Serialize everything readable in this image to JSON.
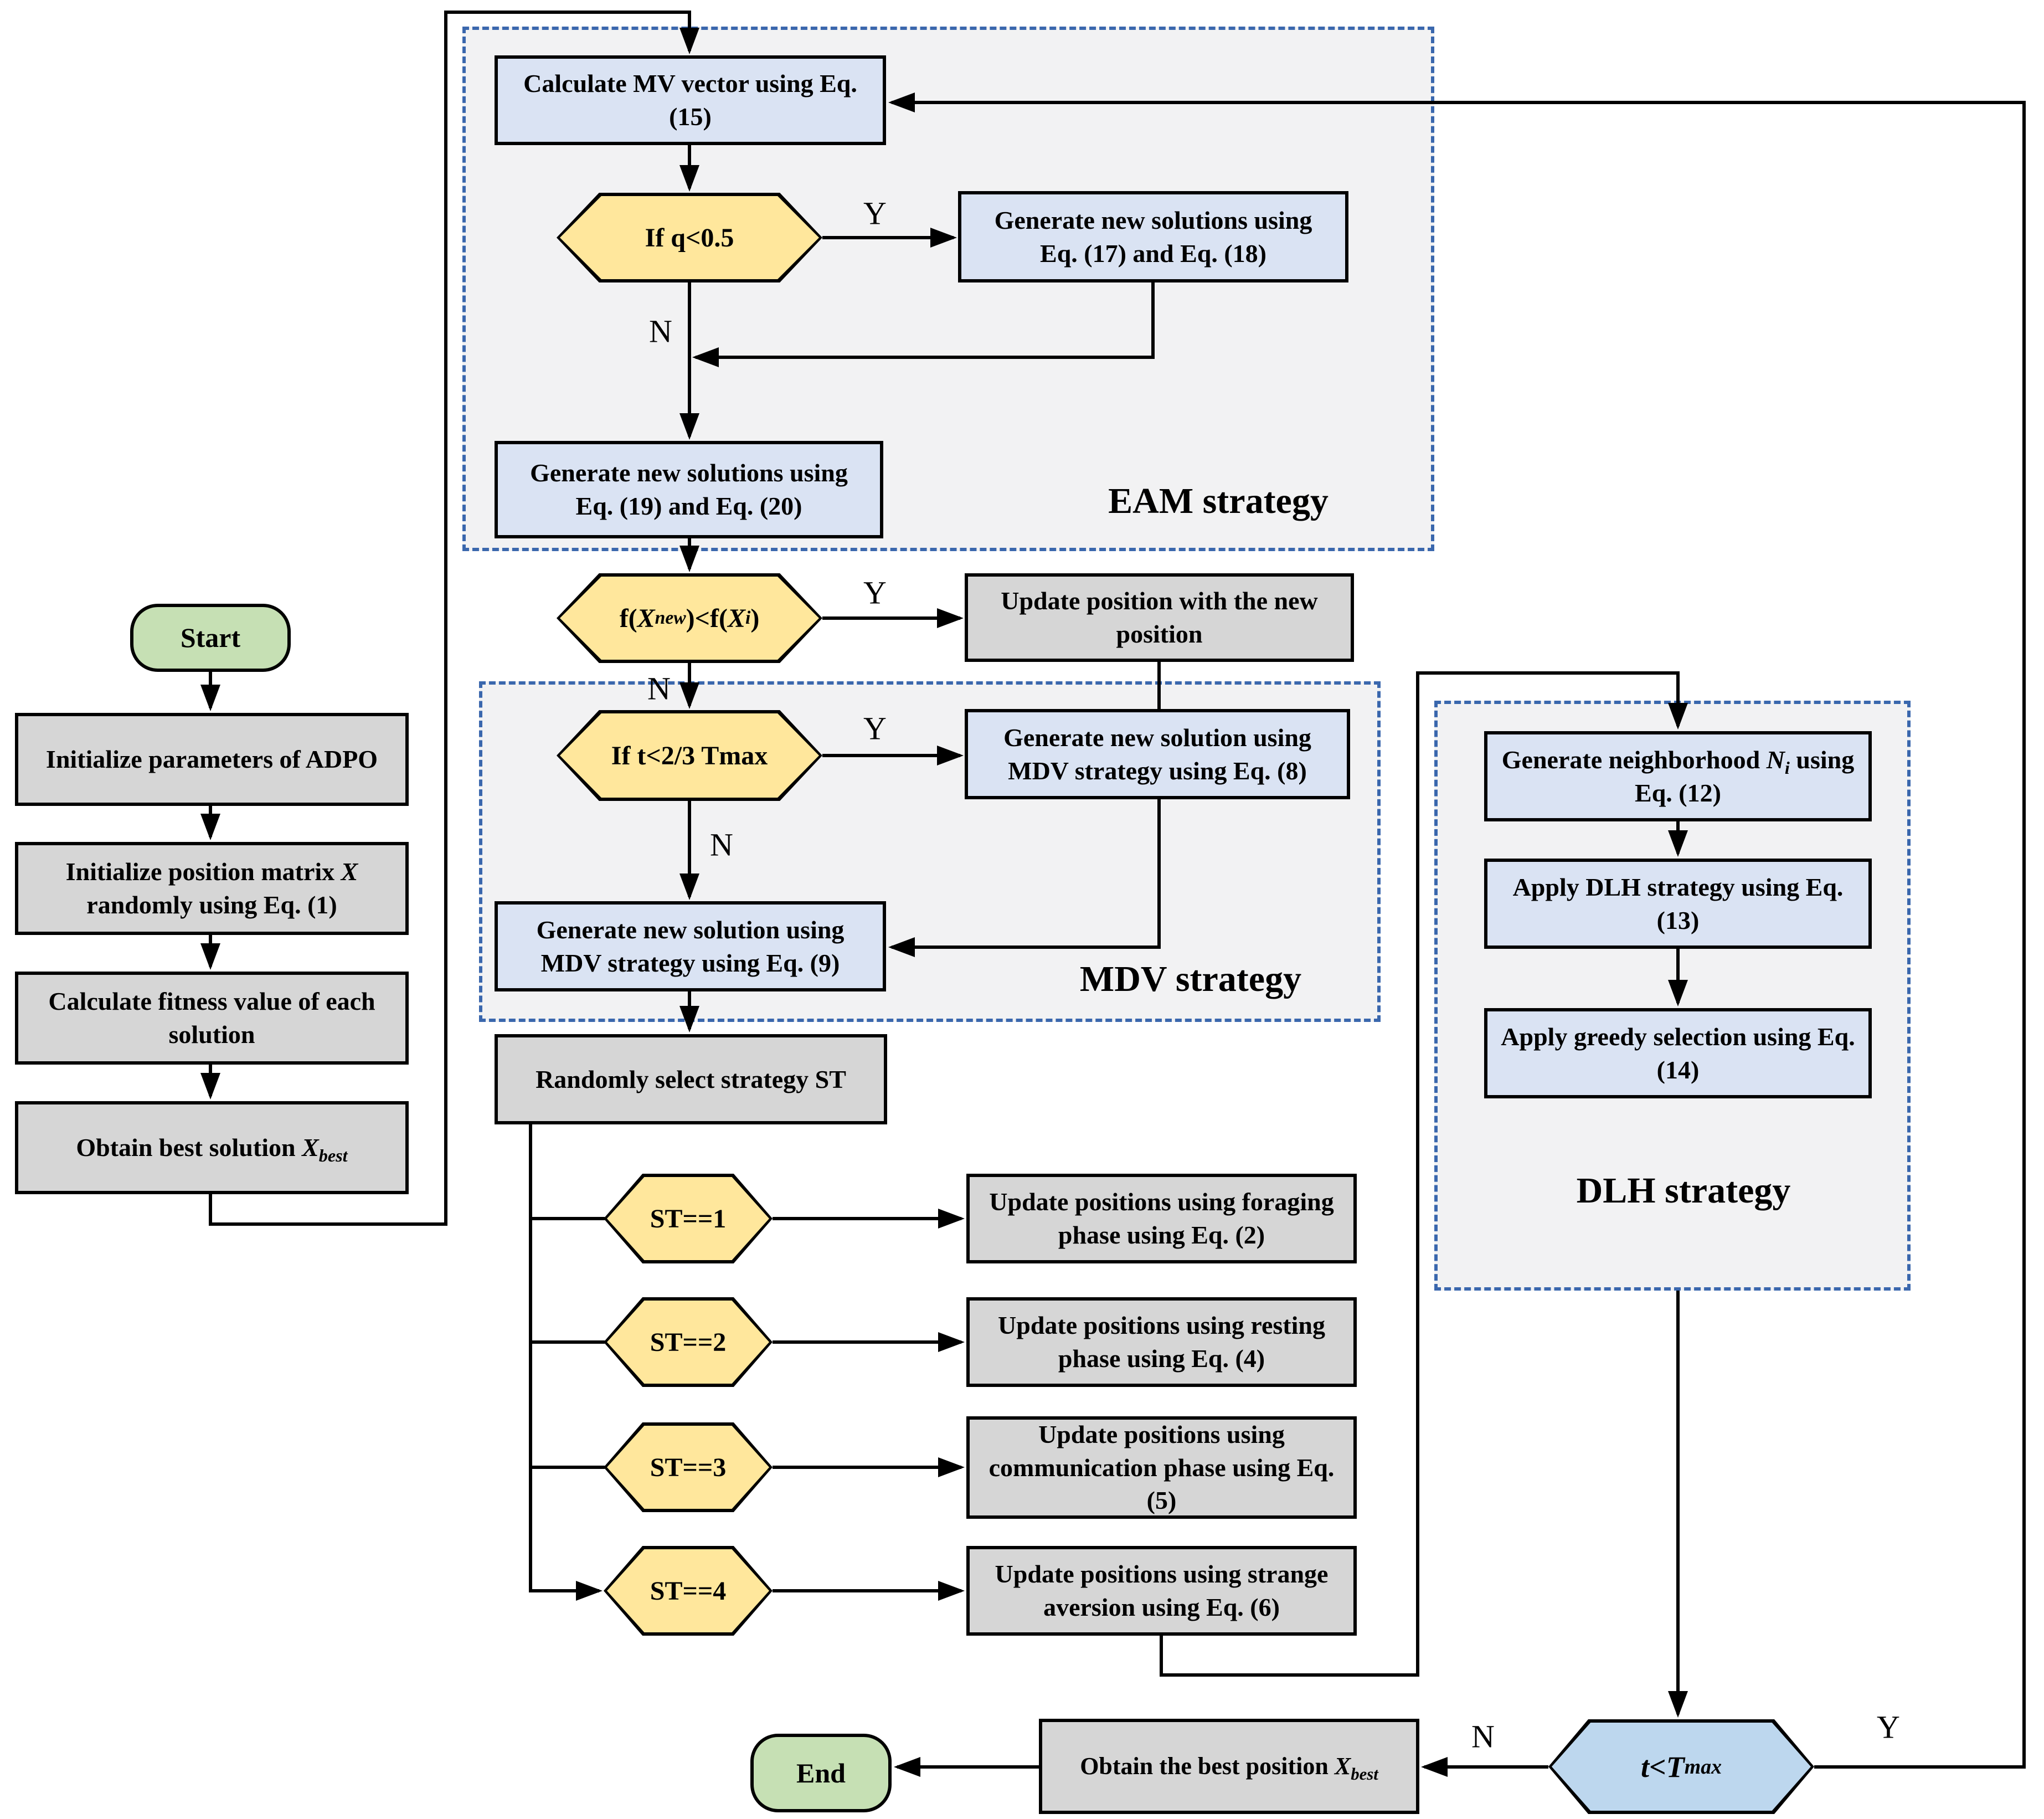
{
  "palette": {
    "process_blue": "#dae3f3",
    "process_gray": "#d6d6d6",
    "decision_yellow": "#ffe79c",
    "terminal_green": "#c6e0b4",
    "loop_blue": "#bdd7ee",
    "zone_fill": "#f2f2f3",
    "zone_border": "#3a67ad"
  },
  "labels": {
    "yes": "Y",
    "no": "N"
  },
  "left_column": {
    "start": "Start",
    "steps": [
      "Initialize parameters of ADPO",
      "Initialize position matrix *X* randomly using Eq. (1)",
      "Calculate fitness value of each solution",
      "Obtain best solution *X*_*best*_"
    ]
  },
  "eam": {
    "title": "EAM strategy",
    "mv_box": "Calculate MV vector using Eq. (15)",
    "hex_q": "If q<0.5",
    "eq1718": "Generate new solutions using Eq. (17) and Eq. (18)",
    "eq1920": "Generate new solutions using Eq. (19) and Eq. (20)"
  },
  "selection": {
    "hex_f": "f(*X*_*new*_)<f(*X*_*i*_)",
    "update_box": "Update position with the new position"
  },
  "mdv": {
    "title": "MDV strategy",
    "hex_t": "If t<2/3 Tmax",
    "eq8": "Generate new solution using MDV strategy using Eq. (8)",
    "eq9": "Generate new solution using MDV strategy using Eq. (9)"
  },
  "strategy_select": {
    "box": "Randomly select strategy ST",
    "branches": [
      {
        "cond": "ST==1",
        "action": "Update positions using foraging phase using Eq. (2)"
      },
      {
        "cond": "ST==2",
        "action": "Update positions using resting phase using Eq. (4)"
      },
      {
        "cond": "ST==3",
        "action": "Update positions using communication phase using Eq. (5)"
      },
      {
        "cond": "ST==4",
        "action": "Update positions using strange aversion using Eq. (6)"
      }
    ]
  },
  "dlh": {
    "title": "DLH strategy",
    "steps": [
      "Generate neighborhood *N*_*i*_ using Eq. (12)",
      "Apply DLH strategy using Eq. (13)",
      "Apply greedy selection using Eq. (14)"
    ]
  },
  "loop": {
    "hex": "*t* < *T*_*max*_",
    "obtain": "Obtain the best position *X*_*best*_",
    "end": "End"
  }
}
